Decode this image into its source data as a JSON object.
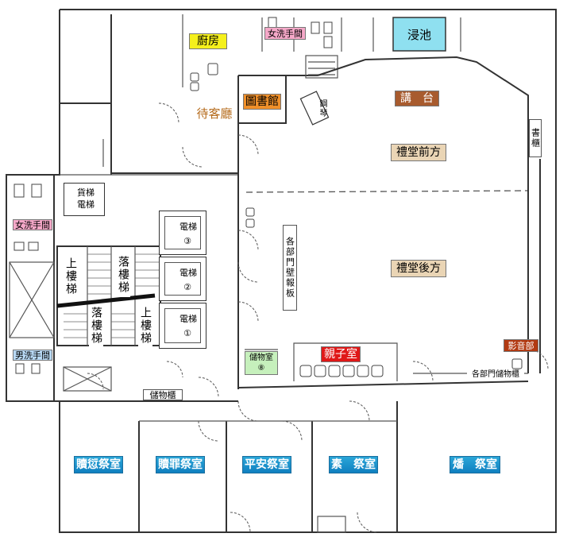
{
  "rooms": {
    "kitchen": "廚房",
    "women_restroom_top": "女洗手間",
    "bathing_pool": "浸池",
    "library": "圖書館",
    "waiting_hall": "待客廳",
    "podium": "講　台",
    "piano": "鋼琴",
    "cabinet_right": "書櫃",
    "hall_front": "禮堂前方",
    "freight_elevator": "貨梯",
    "freight_elevator_sub": "電梯",
    "women_restroom_left": "女洗手間",
    "elevators": [
      {
        "label": "電梯",
        "number": "③"
      },
      {
        "label": "電梯",
        "number": "②"
      },
      {
        "label": "電梯",
        "number": "①"
      }
    ],
    "stair_up_1": "上樓梯",
    "stair_down_1": "落樓梯",
    "stair_down_2": "落樓梯",
    "stair_up_2": "上樓梯",
    "notice_board": "各部門壁報板",
    "hall_back": "禮堂後方",
    "media_dept": "影音部",
    "storage_room": "儲物室",
    "storage_room_num": "⑧",
    "parent_child_room": "親子室",
    "dept_cabinet": "各部門儲物櫃",
    "men_restroom": "男洗手間",
    "storage_cabinet": "儲物櫃",
    "chapels": [
      "贖愆祭室",
      "贖罪祭室",
      "平安祭室",
      "素　祭室",
      "燔　祭室"
    ]
  },
  "colors": {
    "kitchen_bg": "#f5f01c",
    "women_restroom_bg": "#f5a8c8",
    "pool_bg": "#8fe0f0",
    "library_bg": "#f0902a",
    "waiting_text": "#b56a1a",
    "podium_bg": "#a85b2e",
    "hall_bg": "#ead5b5",
    "media_bg": "#b23a12",
    "parent_child_bg": "#e01818",
    "storage_room_bg": "#c6f0bc",
    "men_restroom_bg": "#b8d9f5",
    "chapel_tag": "#1b8fc9"
  }
}
